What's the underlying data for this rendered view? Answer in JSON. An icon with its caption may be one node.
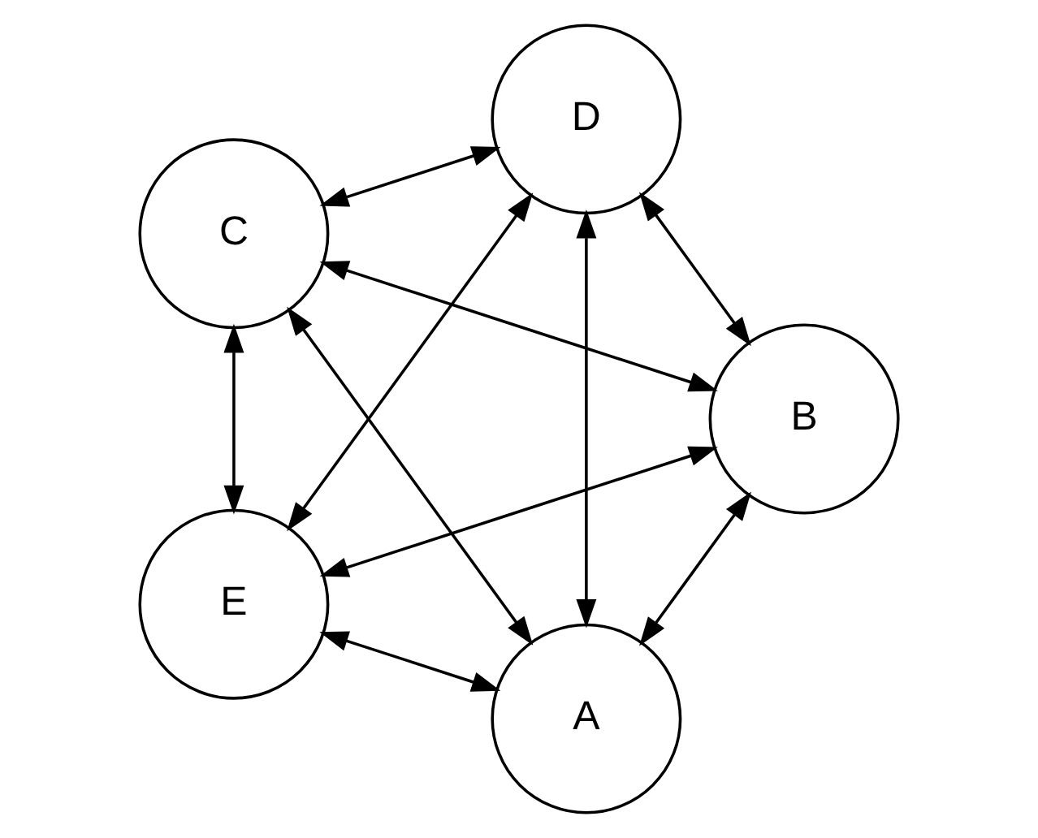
{
  "diagram": {
    "nodes": [
      {
        "text": [
          "A"
        ]
      },
      {
        "text": [
          "B"
        ]
      },
      {
        "text": [
          "C"
        ]
      },
      {
        "text": [
          "D"
        ]
      },
      {
        "text": [
          "E"
        ]
      }
    ],
    "edges": [
      {
        "from": 0,
        "to": 1,
        "arrow": "both"
      },
      {
        "from": 0,
        "to": 2,
        "arrow": "both"
      },
      {
        "from": 0,
        "to": 3,
        "arrow": "both"
      },
      {
        "from": 0,
        "to": 4,
        "arrow": "both"
      },
      {
        "from": 1,
        "to": 2,
        "arrow": "both"
      },
      {
        "from": 1,
        "to": 4,
        "arrow": "both"
      },
      {
        "from": 1,
        "to": 3,
        "arrow": "both"
      },
      {
        "from": 2,
        "to": 3,
        "arrow": "both"
      },
      {
        "from": 2,
        "to": 4,
        "arrow": "both"
      },
      {
        "from": 3,
        "to": 4,
        "arrow": "both"
      }
    ]
  }
}
